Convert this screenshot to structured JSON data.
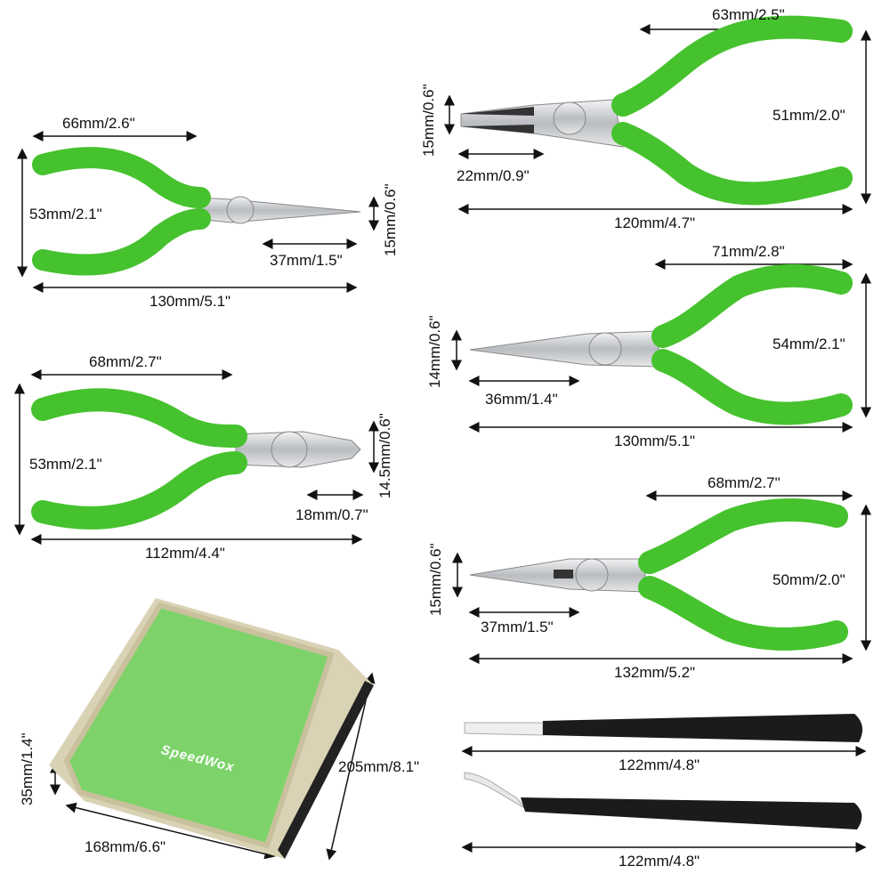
{
  "colors": {
    "handle_green": "#46c22e",
    "handle_dark": "#2f9a1e",
    "steel": "#c9ccd0",
    "bag_green": "#7dd36a",
    "bag_trim": "#d9d2b4",
    "tweezer_black": "#1b1b1b"
  },
  "pliers": [
    {
      "name": "bent-nose-pliers",
      "dims": {
        "handle": "66mm/2.6\"",
        "opening": "53mm/2.1\"",
        "tip_width": "15mm/0.6\"",
        "jaw": "37mm/1.5\"",
        "total": "130mm/5.1\""
      }
    },
    {
      "name": "round-nose-pliers",
      "dims": {
        "handle": "63mm/2.5\"",
        "tip_width": "15mm/0.6\"",
        "opening": "51mm/2.0\"",
        "jaw": "22mm/0.9\"",
        "total": "120mm/4.7\""
      }
    },
    {
      "name": "chain-nose-pliers",
      "dims": {
        "handle": "71mm/2.8\"",
        "tip_width": "14mm/0.6\"",
        "opening": "54mm/2.1\"",
        "jaw": "36mm/1.4\"",
        "total": "130mm/5.1\""
      }
    },
    {
      "name": "diagonal-cutters",
      "dims": {
        "handle": "68mm/2.7\"",
        "opening": "53mm/2.1\"",
        "tip_width": "14.5mm/0.6\"",
        "jaw": "18mm/0.7\"",
        "total": "112mm/4.4\""
      }
    },
    {
      "name": "long-nose-pliers",
      "dims": {
        "handle": "68mm/2.7\"",
        "tip_width": "15mm/0.6\"",
        "opening": "50mm/2.0\"",
        "jaw": "37mm/1.5\"",
        "total": "132mm/5.2\""
      }
    }
  ],
  "tweezers": [
    {
      "name": "straight-tweezers",
      "length": "122mm/4.8\""
    },
    {
      "name": "curved-tweezers",
      "length": "122mm/4.8\""
    }
  ],
  "bag": {
    "brand": "SpeedWox",
    "thickness": "35mm/1.4\"",
    "height": "205mm/8.1\"",
    "width": "168mm/6.6\""
  }
}
